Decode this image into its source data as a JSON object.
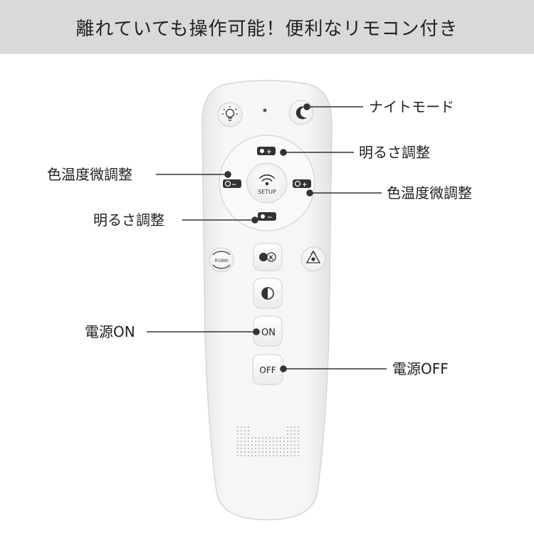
{
  "header": {
    "title": "離れていても操作可能！便利なリモコン付き"
  },
  "remote": {
    "setup_label": "SETUP",
    "on_label": "ON",
    "off_label": "OFF",
    "rgbw_label": "RGBW",
    "icons": {
      "top_left": "bulb-icon",
      "top_right": "night-moon-icon",
      "dpad_up": "brightness-up-icon",
      "dpad_left": "color-temp-down-icon",
      "dpad_right": "color-temp-up-icon",
      "dpad_down": "brightness-down-icon",
      "center": "wifi-icon",
      "row1_left": "rgbw-icon",
      "row1_center": "k-mode-icon",
      "row1_right": "recycle-icon",
      "row2_center": "half-circle-icon"
    }
  },
  "callouts": {
    "night_mode": "ナイトモード",
    "brightness_up": "明るさ調整",
    "color_temp_left": "色温度微調整",
    "color_temp_right": "色温度微調整",
    "brightness_down": "明るさ調整",
    "power_on": "電源ON",
    "power_off": "電源OFF"
  },
  "colors": {
    "header_bg": "#d9d9d9",
    "remote_body": "#f3f3f3",
    "remote_outline": "#dcdcdc",
    "callout_line": "#333333",
    "text": "#222222"
  }
}
